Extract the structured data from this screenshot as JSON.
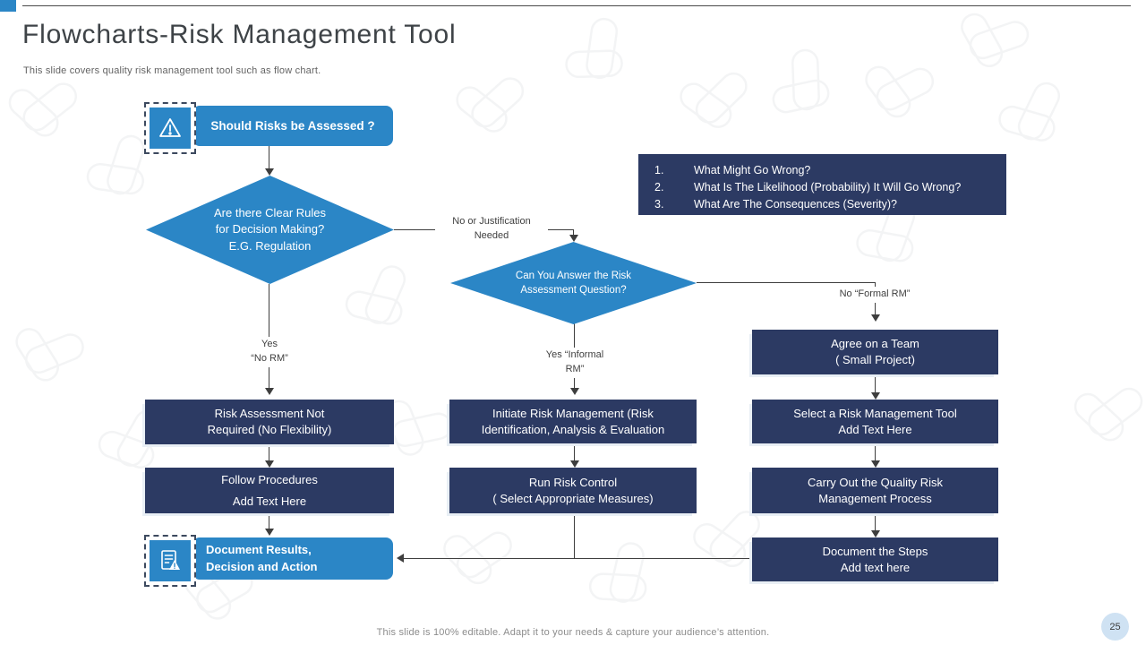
{
  "slide": {
    "title": "Flowcharts-Risk Management Tool",
    "subtitle": "This slide covers quality risk management tool such as flow chart.",
    "footer": "This slide is 100% editable. Adapt it to your needs & capture your audience’s attention.",
    "page_number": "25"
  },
  "colors": {
    "accent_blue": "#2B86C6",
    "navy": "#2C3A63",
    "line": "#3E3E3E",
    "page_circle": "#CFE2F3"
  },
  "flowchart": {
    "start": "Should Risks be Assessed ?",
    "decision_clear_rules": "Are there Clear Rules\nfor Decision Making?\nE.G. Regulation",
    "decision_answer": "Can You Answer the Risk\nAssessment Question?",
    "questions": [
      {
        "num": "1.",
        "text": "What Might Go Wrong?"
      },
      {
        "num": "2.",
        "text": "What Is The Likelihood (Probability) It Will Go Wrong?"
      },
      {
        "num": "3.",
        "text": "What Are The Consequences (Severity)?"
      }
    ],
    "labels": {
      "no_justification": "No or Justification\nNeeded",
      "yes_no_rm": "Yes\n“No RM”",
      "yes_informal_rm": "Yes “Informal\nRM”",
      "no_formal_rm": "No “Formal RM”"
    },
    "risk_not_required": "Risk Assessment Not\nRequired (No Flexibility)",
    "follow_procedures_line1": "Follow Procedures",
    "follow_procedures_line2": "Add Text Here",
    "initiate_rm": "Initiate Risk Management (Risk\nIdentification, Analysis & Evaluation",
    "run_risk_control": "Run Risk Control\n( Select Appropriate Measures)",
    "agree_team": "Agree on a Team\n( Small Project)",
    "select_tool": "Select a Risk Management Tool\nAdd Text Here",
    "carry_out": "Carry Out the Quality Risk\nManagement Process",
    "document_steps": "Document the Steps\nAdd text here",
    "document_results": "Document Results,\nDecision and Action"
  }
}
